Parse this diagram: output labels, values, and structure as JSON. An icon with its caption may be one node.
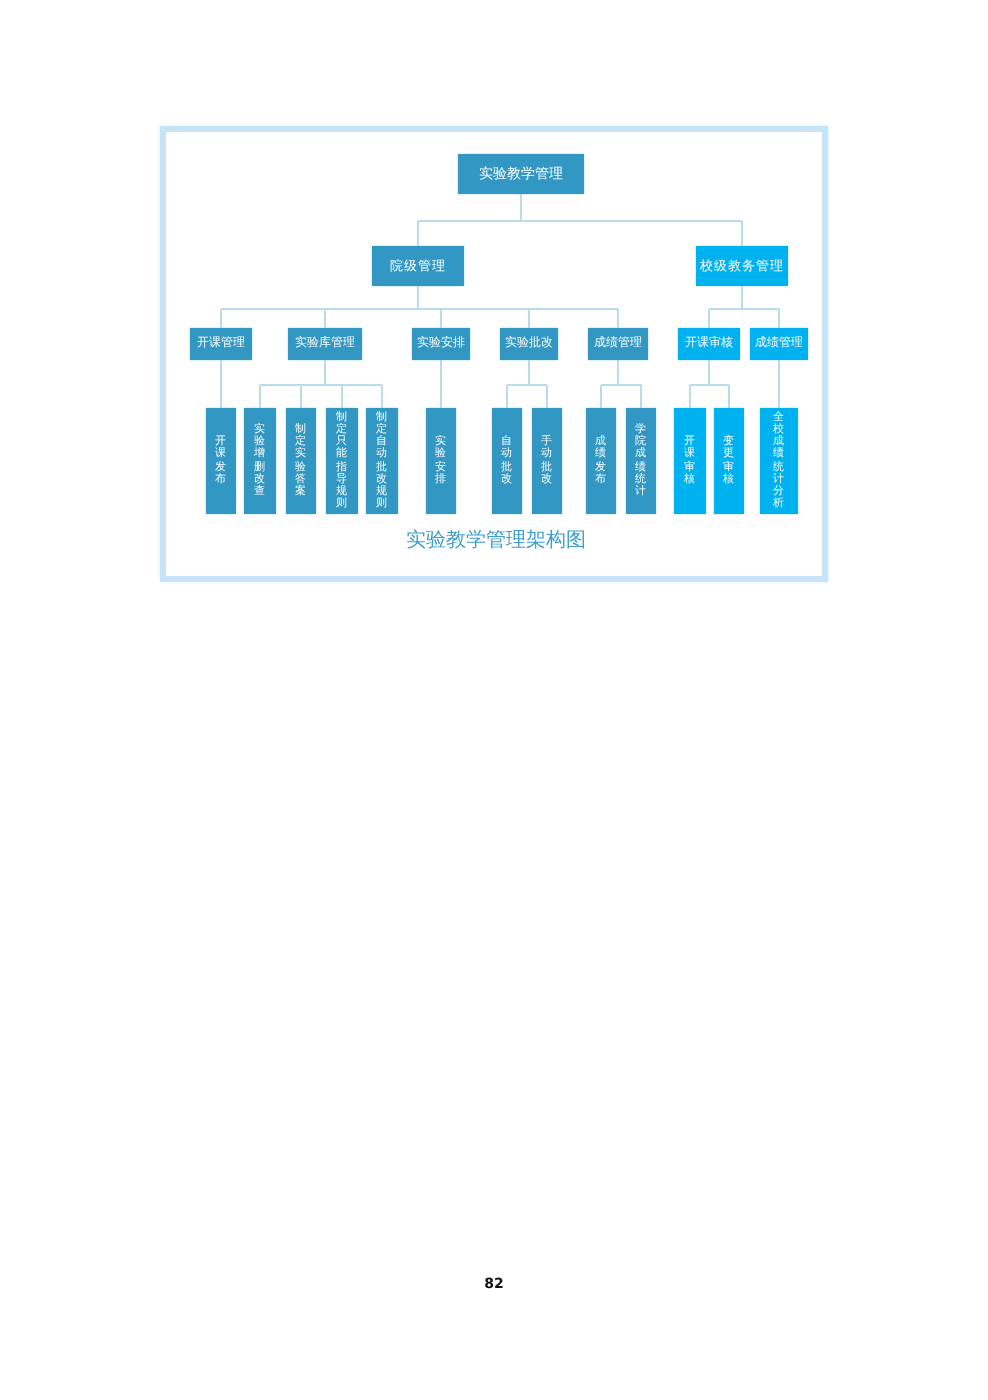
{
  "diagram": {
    "caption": "实验教学管理架构图",
    "nodes": [
      {
        "text": [
          "实验教学管理"
        ]
      },
      {
        "text": [
          "院级管理"
        ]
      },
      {
        "text": [
          "校级教务管理"
        ]
      },
      {
        "text": [
          "开课管理"
        ]
      },
      {
        "text": [
          "实验库管理"
        ]
      },
      {
        "text": [
          "实验安排"
        ]
      },
      {
        "text": [
          "实验批改"
        ]
      },
      {
        "text": [
          "成绩管理"
        ]
      },
      {
        "text": [
          "开课审核"
        ]
      },
      {
        "text": [
          "成绩管理"
        ]
      },
      {
        "text": [
          "开课发布"
        ]
      },
      {
        "text": [
          "实验增删改查"
        ]
      },
      {
        "text": [
          "制定实验答案"
        ]
      },
      {
        "text": [
          "制定只能指导规则"
        ]
      },
      {
        "text": [
          "制定自动批改规则"
        ]
      },
      {
        "text": [
          "实验安排"
        ]
      },
      {
        "text": [
          "自动批改"
        ]
      },
      {
        "text": [
          "手动批改"
        ]
      },
      {
        "text": [
          "成绩发布"
        ]
      },
      {
        "text": [
          "学院成绩统计"
        ]
      },
      {
        "text": [
          "开课审核"
        ]
      },
      {
        "text": [
          "变更审核"
        ]
      },
      {
        "text": [
          "全校成绩统计分析"
        ]
      }
    ],
    "edges": [
      {
        "from": 0,
        "to": 1,
        "arrow": "none"
      },
      {
        "from": 0,
        "to": 2,
        "arrow": "none"
      },
      {
        "from": 1,
        "to": 3,
        "arrow": "none"
      },
      {
        "from": 1,
        "to": 4,
        "arrow": "none"
      },
      {
        "from": 1,
        "to": 5,
        "arrow": "none"
      },
      {
        "from": 1,
        "to": 6,
        "arrow": "none"
      },
      {
        "from": 1,
        "to": 7,
        "arrow": "none"
      },
      {
        "from": 2,
        "to": 8,
        "arrow": "none"
      },
      {
        "from": 2,
        "to": 9,
        "arrow": "none"
      },
      {
        "from": 3,
        "to": 10,
        "arrow": "none"
      },
      {
        "from": 4,
        "to": 11,
        "arrow": "none"
      },
      {
        "from": 4,
        "to": 12,
        "arrow": "none"
      },
      {
        "from": 4,
        "to": 13,
        "arrow": "none"
      },
      {
        "from": 4,
        "to": 14,
        "arrow": "none"
      },
      {
        "from": 5,
        "to": 15,
        "arrow": "none"
      },
      {
        "from": 6,
        "to": 16,
        "arrow": "none"
      },
      {
        "from": 6,
        "to": 17,
        "arrow": "none"
      },
      {
        "from": 7,
        "to": 18,
        "arrow": "none"
      },
      {
        "from": 7,
        "to": 19,
        "arrow": "none"
      },
      {
        "from": 8,
        "to": 20,
        "arrow": "none"
      },
      {
        "from": 8,
        "to": 21,
        "arrow": "none"
      },
      {
        "from": 9,
        "to": 22,
        "arrow": "none"
      }
    ],
    "labels": [
      "82"
    ]
  }
}
